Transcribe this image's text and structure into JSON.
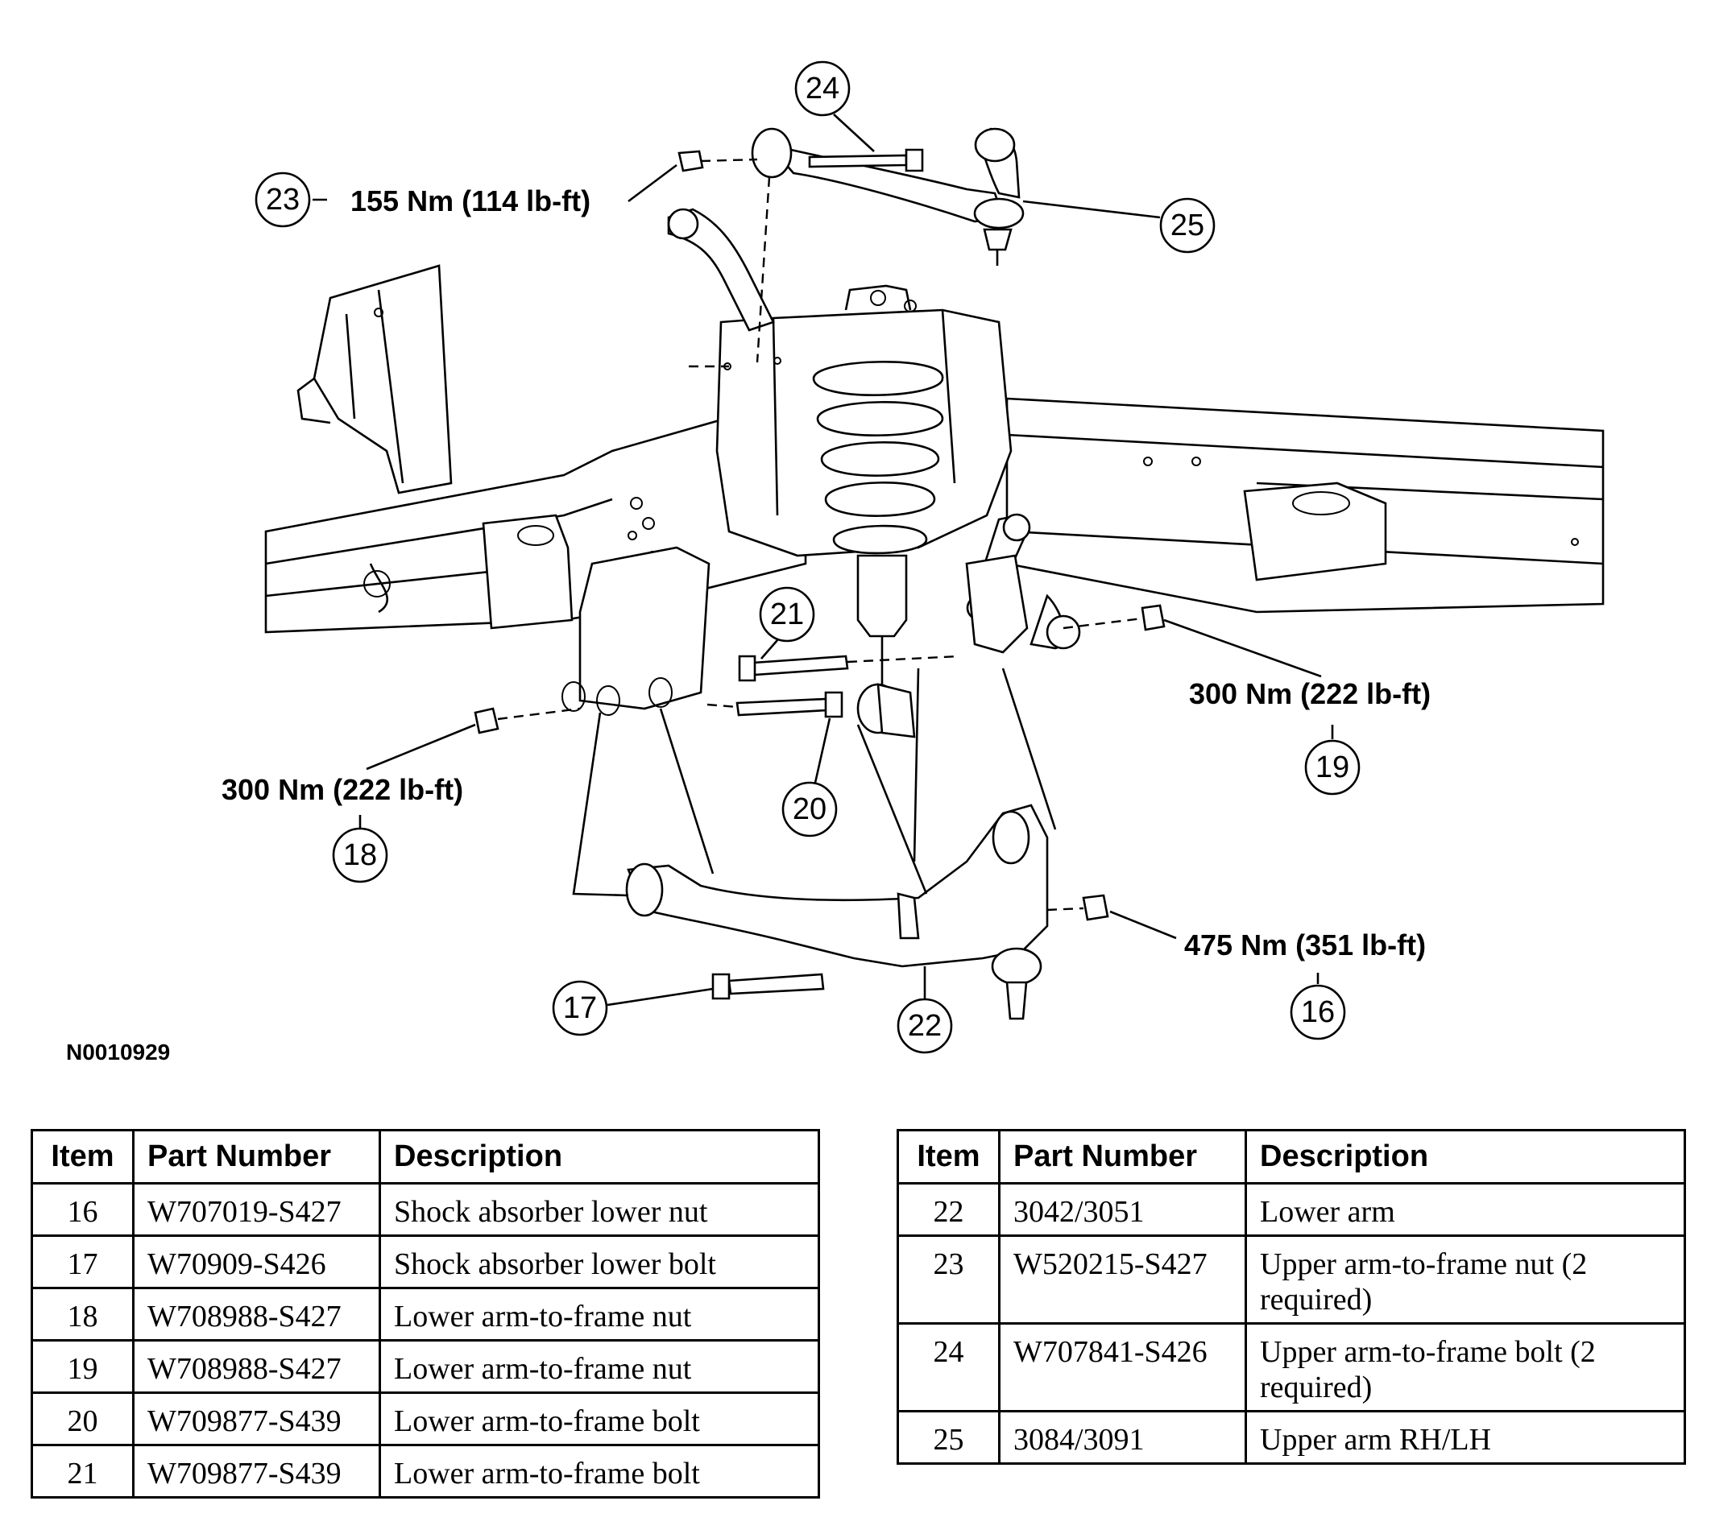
{
  "diagram": {
    "figure_id": "N0010929",
    "callouts": [
      {
        "item": "23",
        "torque": "155 Nm (114 lb-ft)"
      },
      {
        "item": "24",
        "torque": ""
      },
      {
        "item": "25",
        "torque": ""
      },
      {
        "item": "21",
        "torque": ""
      },
      {
        "item": "20",
        "torque": ""
      },
      {
        "item": "19",
        "torque": "300 Nm (222 lb-ft)"
      },
      {
        "item": "18",
        "torque": "300 Nm (222 lb-ft)"
      },
      {
        "item": "17",
        "torque": ""
      },
      {
        "item": "22",
        "torque": ""
      },
      {
        "item": "16",
        "torque": "475 Nm (351 lb-ft)"
      }
    ]
  },
  "tables": [
    {
      "headers": {
        "item": "Item",
        "part_number": "Part Number",
        "description": "Description"
      },
      "rows": [
        {
          "item": "16",
          "part_number": "W707019-S427",
          "description": "Shock absorber lower nut"
        },
        {
          "item": "17",
          "part_number": "W70909-S426",
          "description": "Shock absorber lower bolt"
        },
        {
          "item": "18",
          "part_number": "W708988-S427",
          "description": "Lower arm-to-frame nut"
        },
        {
          "item": "19",
          "part_number": "W708988-S427",
          "description": "Lower arm-to-frame nut"
        },
        {
          "item": "20",
          "part_number": "W709877-S439",
          "description": "Lower arm-to-frame bolt"
        },
        {
          "item": "21",
          "part_number": "W709877-S439",
          "description": "Lower arm-to-frame bolt"
        }
      ]
    },
    {
      "headers": {
        "item": "Item",
        "part_number": "Part Number",
        "description": "Description"
      },
      "rows": [
        {
          "item": "22",
          "part_number": "3042/3051",
          "description": "Lower arm"
        },
        {
          "item": "23",
          "part_number": "W520215-S427",
          "description": "Upper arm-to-frame nut (2 required)"
        },
        {
          "item": "24",
          "part_number": "W707841-S426",
          "description": "Upper arm-to-frame bolt (2 required)"
        },
        {
          "item": "25",
          "part_number": "3084/3091",
          "description": "Upper arm RH/LH"
        }
      ]
    }
  ]
}
